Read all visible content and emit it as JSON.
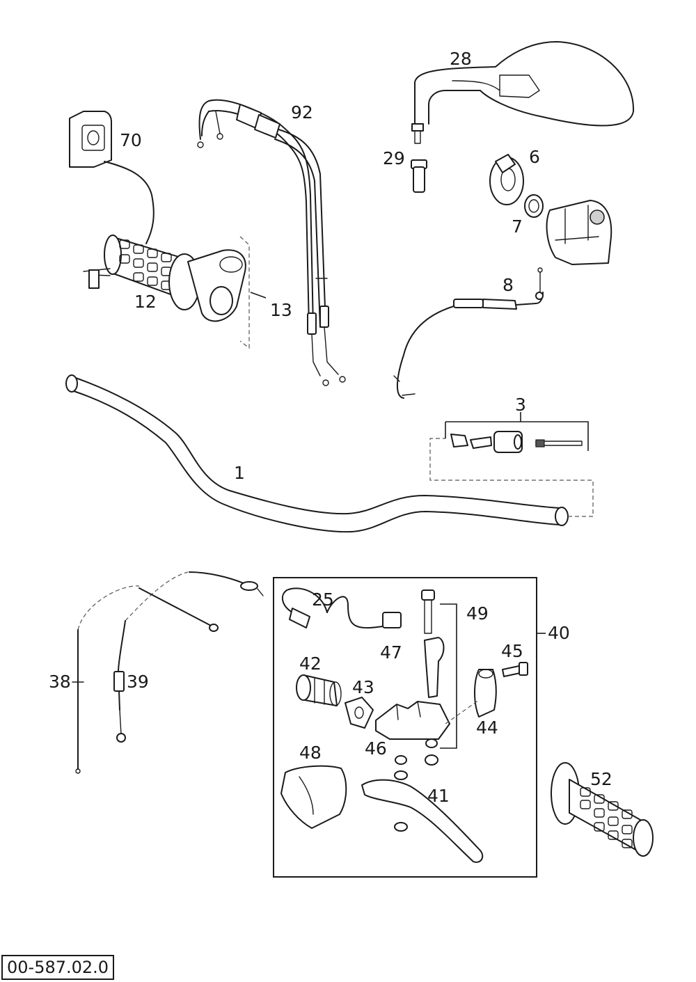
{
  "drawing_number": "00-587.02.0",
  "callouts": {
    "p1": "1",
    "p3": "3",
    "p6": "6",
    "p7": "7",
    "p8": "8",
    "p12": "12",
    "p13": "13",
    "p25": "25",
    "p28": "28",
    "p29": "29",
    "p38": "38",
    "p39": "39",
    "p40": "40",
    "p41": "41",
    "p42": "42",
    "p43": "43",
    "p44": "44",
    "p45": "45",
    "p46": "46",
    "p47": "47",
    "p48": "48",
    "p49": "49",
    "p52": "52",
    "p70": "70",
    "p92": "92"
  }
}
